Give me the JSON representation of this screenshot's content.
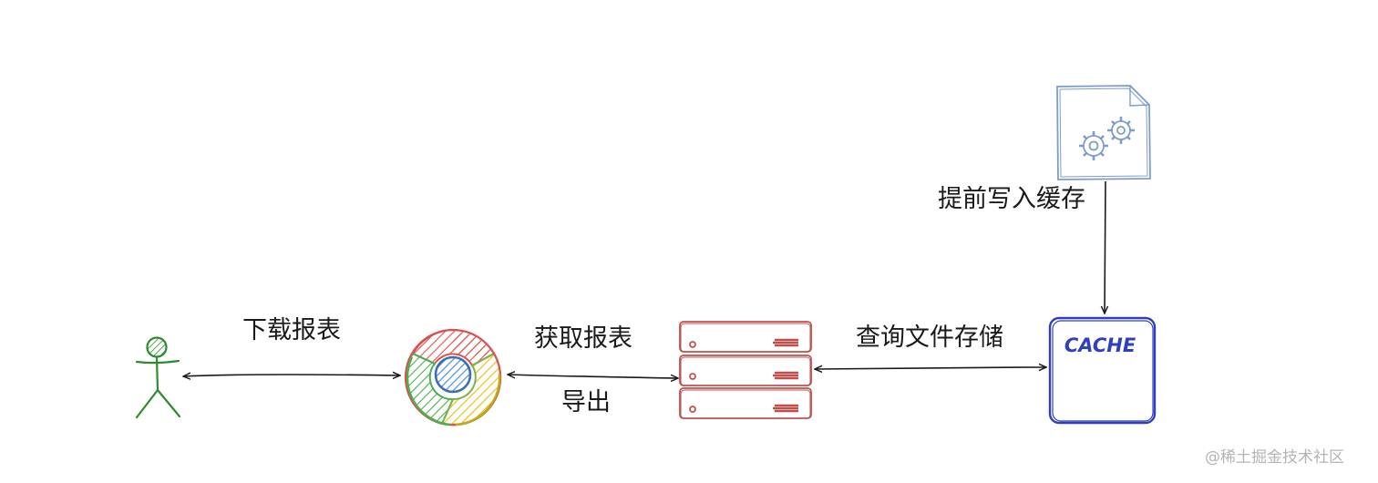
{
  "edges": {
    "download": "下载报表",
    "fetch": "获取报表",
    "export": "导出",
    "query": "查询文件存储",
    "prewrite": "提前写入缓存"
  },
  "nodes": {
    "cache_text": "CACHE"
  },
  "watermark": "@稀土掘金技术社区",
  "colors": {
    "user": "#2e8b2e",
    "chrome_red": "#d9534f",
    "chrome_green": "#4caf50",
    "chrome_yellow": "#e4c21d",
    "chrome_blue": "#4a90d9",
    "server": "#c0504d",
    "cache": "#2f3fbf",
    "config": "#7d9ccc",
    "arrow": "#1a1a1a"
  }
}
